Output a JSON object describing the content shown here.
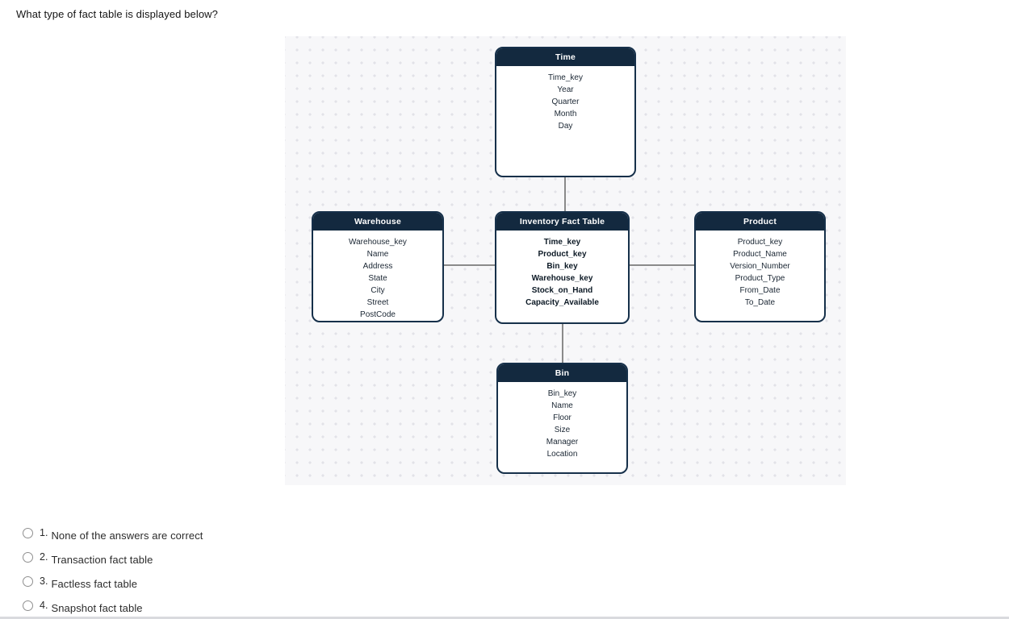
{
  "question": {
    "text": "What type of fact table is displayed below?",
    "options": [
      {
        "number": "1.",
        "label": "None of the answers are correct"
      },
      {
        "number": "2.",
        "label": "Transaction fact table"
      },
      {
        "number": "3.",
        "label": "Factless fact table"
      },
      {
        "number": "4.",
        "label": "Snapshot fact table"
      }
    ]
  },
  "diagram": {
    "entities": {
      "time": {
        "title": "Time",
        "fields": [
          "Time_key",
          "Year",
          "Quarter",
          "Month",
          "Day"
        ]
      },
      "warehouse": {
        "title": "Warehouse",
        "fields": [
          "Warehouse_key",
          "Name",
          "Address",
          "State",
          "City",
          "Street",
          "PostCode"
        ]
      },
      "fact": {
        "title": "Inventory Fact Table",
        "fields": [
          "Time_key",
          "Product_key",
          "Bin_key",
          "Warehouse_key",
          "Stock_on_Hand",
          "Capacity_Available"
        ]
      },
      "product": {
        "title": "Product",
        "fields": [
          "Product_key",
          "Product_Name",
          "Version_Number",
          "Product_Type",
          "From_Date",
          "To_Date"
        ]
      },
      "bin": {
        "title": "Bin",
        "fields": [
          "Bin_key",
          "Name",
          "Floor",
          "Size",
          "Manager",
          "Location"
        ]
      }
    },
    "colors": {
      "header_bg": "#13293f",
      "box_border": "#16304a",
      "connector": "#8a8a8a",
      "canvas_bg": "#f7f7f9",
      "dot": "#e2e2e8"
    }
  }
}
